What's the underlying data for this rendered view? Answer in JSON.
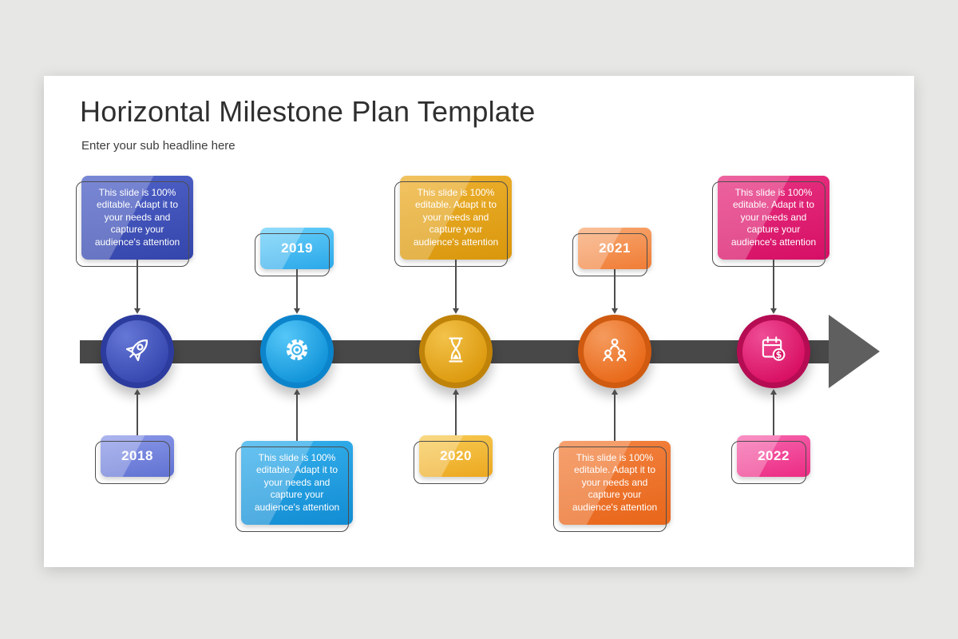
{
  "colors": {
    "page_background": "#e7e7e5",
    "slide_background": "#ffffff",
    "timeline_bar": "#484848",
    "timeline_arrow": "#5f5f5f",
    "title_text": "#2f2f2f",
    "connector": "#4d4d4d"
  },
  "header": {
    "title": "Horizontal Milestone Plan Template",
    "subtitle": "Enter your sub headline here"
  },
  "milestones": [
    {
      "year": "2018",
      "icon": "rocket-icon",
      "accent": "#3c4fb8",
      "year_position": "below",
      "description_position": "above",
      "description": "This slide is 100% editable. Adapt it to your needs and capture your audience's attention"
    },
    {
      "year": "2019",
      "icon": "gear-icon",
      "accent": "#17a2e9",
      "year_position": "above",
      "description_position": "below",
      "description": "This slide is 100% editable. Adapt it to your needs and capture your audience's attention"
    },
    {
      "year": "2020",
      "icon": "hourglass-icon",
      "accent": "#eca81f",
      "year_position": "below",
      "description_position": "above",
      "description": "This slide is 100% editable. Adapt it to your needs and capture your audience's attention"
    },
    {
      "year": "2021",
      "icon": "people-icon",
      "accent": "#f0702a",
      "year_position": "above",
      "description_position": "below",
      "description": "This slide is 100% editable. Adapt it to your needs and capture your audience's attention"
    },
    {
      "year": "2022",
      "icon": "calendar-dollar-icon",
      "accent": "#e5196e",
      "year_position": "below",
      "description_position": "above",
      "description": "This slide is 100% editable. Adapt it to your needs and capture your audience's attention"
    }
  ]
}
